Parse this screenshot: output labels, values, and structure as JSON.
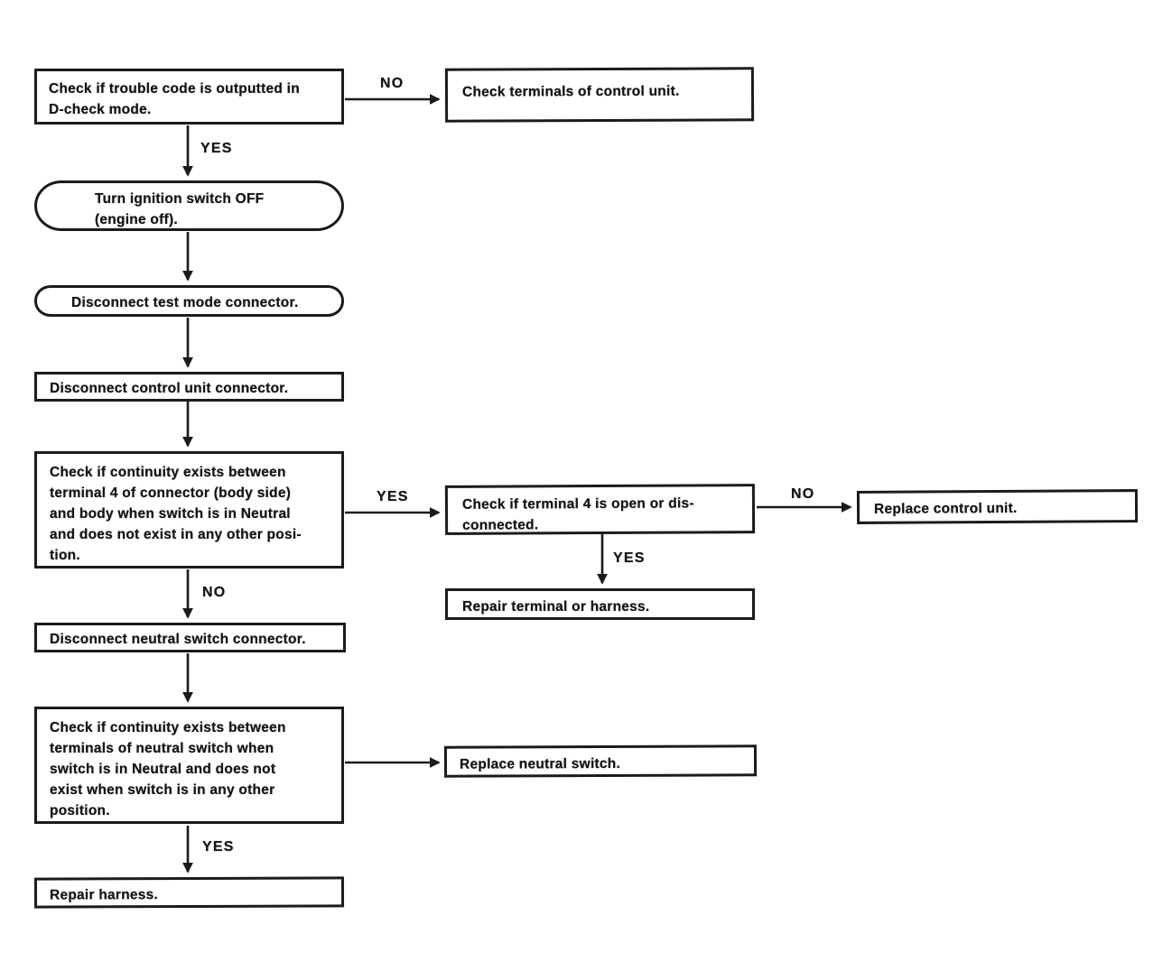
{
  "flowchart": {
    "description": "Troubleshooting flowchart",
    "ink_color": "#1b1b1b",
    "background_color": "#ffffff",
    "nodes": {
      "check_trouble_code": {
        "shape": "rect",
        "text": "Check if trouble code is outputted in\nD-check mode."
      },
      "check_terminals_control_unit": {
        "shape": "rect",
        "text": "Check terminals of control unit."
      },
      "turn_ignition_off": {
        "shape": "rounded",
        "text": "Turn ignition switch OFF\n(engine off)."
      },
      "disconnect_test_mode_connector": {
        "shape": "rounded",
        "text": "Disconnect test mode connector."
      },
      "disconnect_control_unit_connector": {
        "shape": "rect",
        "text": "Disconnect control unit connector."
      },
      "check_continuity_terminal4": {
        "shape": "rect",
        "text": "Check if continuity exists between\nterminal 4 of connector (body side)\nand body when switch is in Neutral\nand does not exist in any other posi-\ntion."
      },
      "check_terminal4_open": {
        "shape": "rect",
        "text": "Check if terminal 4 is open or dis-\nconnected."
      },
      "replace_control_unit": {
        "shape": "rect",
        "text": "Replace control unit."
      },
      "repair_terminal_or_harness": {
        "shape": "rect",
        "text": "Repair terminal or harness."
      },
      "disconnect_neutral_switch_connector": {
        "shape": "rect",
        "text": "Disconnect neutral switch connector."
      },
      "check_continuity_neutral_switch": {
        "shape": "rect",
        "text": "Check if continuity exists between\nterminals of neutral switch when\nswitch is in Neutral and does not\nexist when switch is in any other\nposition."
      },
      "replace_neutral_switch": {
        "shape": "rect",
        "text": "Replace neutral switch."
      },
      "repair_harness": {
        "shape": "rect",
        "text": "Repair harness."
      }
    },
    "edge_labels": {
      "no_trouble_code": "NO",
      "yes_trouble_code": "YES",
      "yes_continuity_terminal4": "YES",
      "no_terminal4_open": "NO",
      "yes_terminal4_open": "YES",
      "no_continuity_terminal4": "NO",
      "yes_continuity_neutral_switch": "YES"
    }
  }
}
